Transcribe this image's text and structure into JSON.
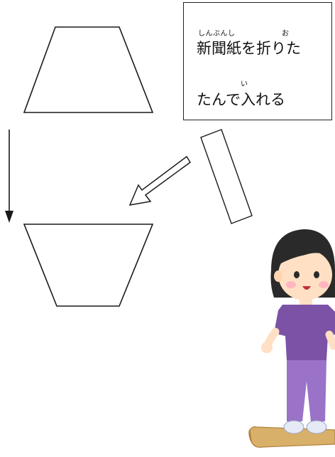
{
  "instruction_box": {
    "line1": "新聞紙を折りた",
    "line2": "たんで入れる",
    "ruby_shinbunshi": "しんぶんし",
    "ruby_o": "お",
    "ruby_i": "い"
  },
  "colors": {
    "outline": "#1a1a1a",
    "board": "#d9b06a",
    "board_edge": "#b0803a",
    "shirt": "#7b52a6",
    "pants": "#9a72c8",
    "skin": "#ffe0c4",
    "hair": "#2a2a2a"
  }
}
